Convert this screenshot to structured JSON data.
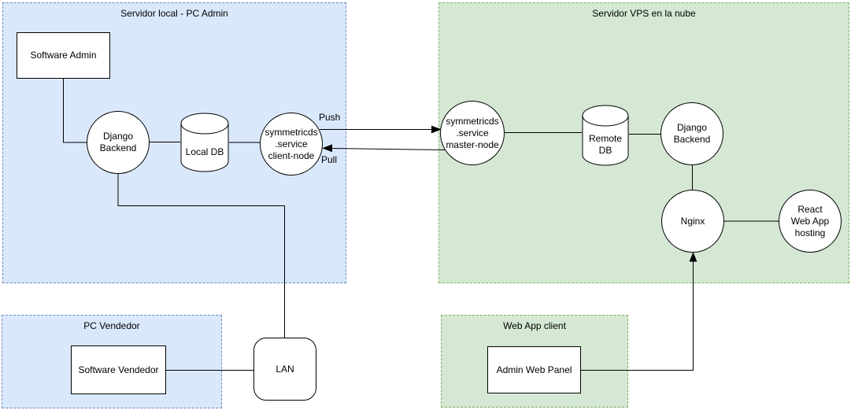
{
  "colors": {
    "group_blue_fill": "#dae8fc",
    "group_blue_stroke": "#6c8ebf",
    "group_green_fill": "#d5e8d4",
    "group_green_stroke": "#82b366",
    "node_fill": "#ffffff",
    "node_stroke": "#000000",
    "edge_stroke": "#000000"
  },
  "groups": {
    "local": {
      "label": "Servidor local - PC Admin"
    },
    "vps": {
      "label": "Servidor VPS en la nube"
    },
    "vendedor": {
      "label": "PC Vendedor"
    },
    "webapp": {
      "label": "Web App client"
    }
  },
  "nodes": {
    "software_admin": {
      "label": "Software Admin",
      "shape": "rect"
    },
    "django_local": {
      "label": "Django\nBackend",
      "shape": "circle"
    },
    "local_db": {
      "label": "Local DB",
      "shape": "cylinder"
    },
    "client_node": {
      "label": "symmetricds\n.service\nclient-node",
      "shape": "circle"
    },
    "master_node": {
      "label": "symmetricds\n.service\nmaster-node",
      "shape": "circle"
    },
    "remote_db": {
      "label": "Remote\nDB",
      "shape": "cylinder"
    },
    "django_vps": {
      "label": "Django\nBackend",
      "shape": "circle"
    },
    "nginx": {
      "label": "Nginx",
      "shape": "circle"
    },
    "react_hosting": {
      "label": "React\nWeb App\nhosting",
      "shape": "circle"
    },
    "lan": {
      "label": "LAN",
      "shape": "rounded-rect"
    },
    "software_vendedor": {
      "label": "Software Vendedor",
      "shape": "rect"
    },
    "admin_web_panel": {
      "label": "Admin Web Panel",
      "shape": "rect"
    }
  },
  "edges": {
    "push": {
      "label": "Push"
    },
    "pull": {
      "label": "Pull"
    }
  }
}
